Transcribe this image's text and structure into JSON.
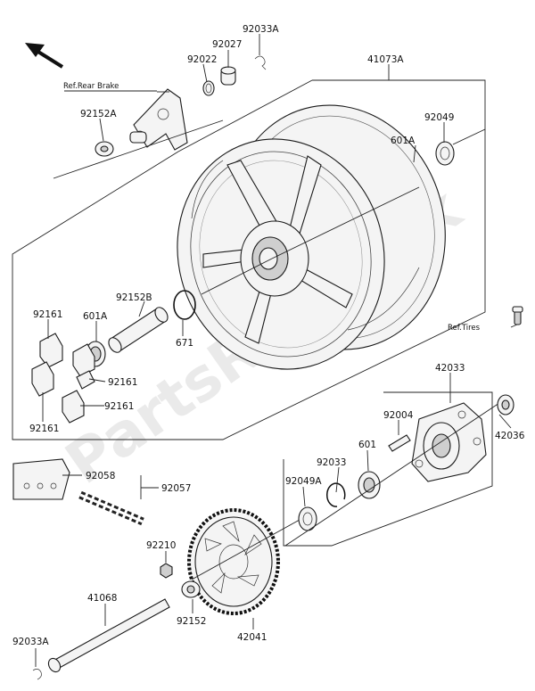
{
  "watermark": "PartsRepublik",
  "labels": {
    "p92033A_top": "92033A",
    "p92027": "92027",
    "p92022": "92022",
    "p41073A": "41073A",
    "p92152A": "92152A",
    "p92049": "92049",
    "p601A_top": "601A",
    "p92161_a": "92161",
    "p601A_mid": "601A",
    "p92152B": "92152B",
    "p671": "671",
    "p92161_b": "92161",
    "p92161_c": "92161",
    "p92161_d": "92161",
    "p42033": "42033",
    "p92004": "92004",
    "p42036": "42036",
    "p92058": "92058",
    "p92057": "92057",
    "p92033": "92033",
    "p601": "601",
    "p92049A": "92049A",
    "p92210": "92210",
    "p41068": "41068",
    "p92152": "92152",
    "p42041": "42041",
    "p92033A_bottom": "92033A"
  },
  "refs": {
    "rear_brake": "Ref.Rear Brake",
    "tires": "Ref.Tires"
  },
  "icons": {
    "direction_arrow": "arrow-up-left-icon",
    "watermark_gear": "gear-icon"
  }
}
